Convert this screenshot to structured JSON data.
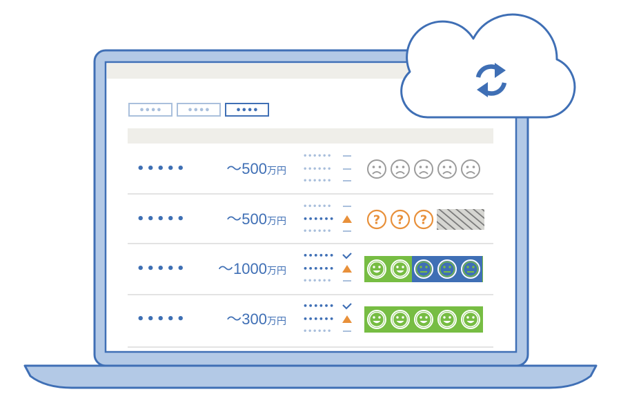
{
  "colors": {
    "blue": "#3f6fb5",
    "blue_dot": "#3e6fb3",
    "light_blue_fill": "#b3c9e6",
    "dots_light": "#a9bfdc",
    "header_gray": "#efeee9",
    "divider_gray": "#e3e3e3",
    "sad_gray": "#9b9b9b",
    "question_orange": "#e8903a",
    "happy_green": "#77bd43",
    "neutral_blue": "#3f6fb5",
    "hatch_bg": "#d6d6d2",
    "hatch_line": "#777777",
    "triangle_orange": "#e8903a"
  },
  "cloud": {
    "icon": "sync-icon"
  },
  "filter_tabs": [
    {
      "label": "••••",
      "active": false
    },
    {
      "label": "••••",
      "active": false
    },
    {
      "label": "••••",
      "active": true
    }
  ],
  "rows": [
    {
      "name": "•••••",
      "amount": "～500",
      "unit": "万円",
      "detail": [
        "••••••",
        "••••••",
        "••••••"
      ],
      "marks": [
        "dash",
        "dash",
        "dash"
      ],
      "rating": [
        "sad",
        "sad",
        "sad",
        "sad",
        "sad"
      ]
    },
    {
      "name": "•••••",
      "amount": "～500",
      "unit": "万円",
      "detail": [
        "••••••",
        "••••••",
        "••••••"
      ],
      "marks": [
        "dash",
        "triangle",
        "dash"
      ],
      "rating": [
        "question",
        "question",
        "question",
        "hatched",
        "hatched"
      ]
    },
    {
      "name": "•••••",
      "amount": "～1000",
      "unit": "万円",
      "detail": [
        "••••••",
        "••••••",
        "••••••"
      ],
      "marks": [
        "check",
        "triangle",
        "dash"
      ],
      "rating": [
        "happy",
        "happy",
        "neutral",
        "neutral",
        "neutral"
      ]
    },
    {
      "name": "•••••",
      "amount": "～300",
      "unit": "万円",
      "detail": [
        "••••••",
        "••••••",
        "••••••"
      ],
      "marks": [
        "check",
        "triangle",
        "dash"
      ],
      "rating": [
        "happy",
        "happy",
        "happy",
        "happy",
        "happy"
      ]
    }
  ]
}
